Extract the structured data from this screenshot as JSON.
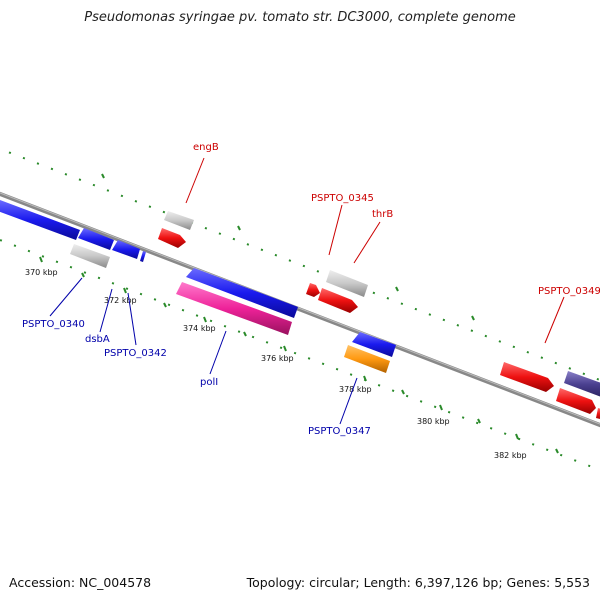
{
  "title": "Pseudomonas syringae pv. tomato str. DC3000, complete genome",
  "footer": {
    "accession": "Accession: NC_004578",
    "summary": "Topology: circular; Length: 6,397,126 bp; Genes: 5,553"
  },
  "colors": {
    "backbone": "#888888",
    "dots": "#2a8a2a",
    "forward_label": "#cc0000",
    "reverse_label": "#0000aa",
    "blue": "#1a1aee",
    "red": "#ee1111",
    "gray": "#c8c8c8",
    "pink": "#ee2299",
    "orange": "#ff9911",
    "purple": "#4a3f8f"
  },
  "ticks": [
    {
      "label": "370 kbp"
    },
    {
      "label": "372 kbp"
    },
    {
      "label": "374 kbp"
    },
    {
      "label": "376 kbp"
    },
    {
      "label": "378 kbp"
    },
    {
      "label": "380 kbp"
    },
    {
      "label": "382 kbp"
    }
  ],
  "gene_labels": [
    {
      "name": "engB",
      "strand": "forward"
    },
    {
      "name": "PSPTO_0345",
      "strand": "forward"
    },
    {
      "name": "thrB",
      "strand": "forward"
    },
    {
      "name": "PSPTO_0349",
      "strand": "forward"
    },
    {
      "name": "PSPTO_0340",
      "strand": "reverse"
    },
    {
      "name": "dsbA",
      "strand": "reverse"
    },
    {
      "name": "PSPTO_0342",
      "strand": "reverse"
    },
    {
      "name": "polI",
      "strand": "reverse"
    },
    {
      "name": "PSPTO_0347",
      "strand": "reverse"
    }
  ]
}
